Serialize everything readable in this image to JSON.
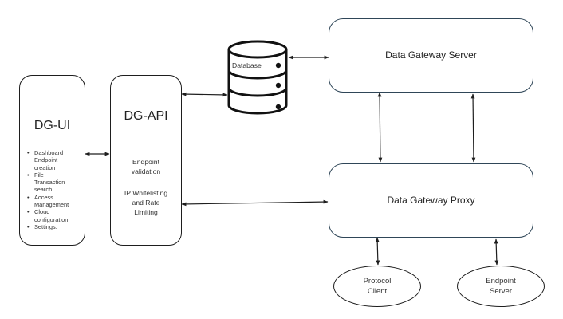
{
  "diagram": {
    "nodes": {
      "dg_ui": {
        "title": "DG-UI",
        "features": [
          "Dashboard",
          "Endpoint creation",
          "File Transaction search",
          "Access Management",
          "Cloud configuration",
          "Settings."
        ],
        "bullet_lines": [
          [
            "Dashboard",
            "Endpoint",
            "creation"
          ],
          [
            "File",
            "Transaction",
            "search"
          ],
          [
            "Access",
            "Management"
          ],
          [
            "Cloud",
            "configuration"
          ],
          [
            "Settings."
          ]
        ]
      },
      "dg_api": {
        "title": "DG-API",
        "line1": "Endpoint",
        "line2": "validation",
        "line3": "IP Whitelisting",
        "line4": "and Rate",
        "line5": "Limiting"
      },
      "database": {
        "label": "Database"
      },
      "server": {
        "label": "Data Gateway Server"
      },
      "proxy": {
        "label": "Data Gateway Proxy"
      },
      "protocol_client": {
        "line1": "Protocol",
        "line2": "Client"
      },
      "endpoint_server": {
        "line1": "Endpoint",
        "line2": "Server"
      }
    },
    "edges": [
      {
        "from": "DG-UI",
        "to": "DG-API",
        "direction": "bidirectional"
      },
      {
        "from": "DG-API",
        "to": "Database",
        "direction": "bidirectional"
      },
      {
        "from": "DG-API",
        "to": "Data Gateway Proxy",
        "direction": "bidirectional"
      },
      {
        "from": "Database",
        "to": "Data Gateway Server",
        "direction": "bidirectional"
      },
      {
        "from": "Data Gateway Server",
        "to": "Data Gateway Proxy",
        "direction": "bidirectional",
        "count": 2
      },
      {
        "from": "Data Gateway Proxy",
        "to": "Protocol Client",
        "direction": "bidirectional"
      },
      {
        "from": "Data Gateway Proxy",
        "to": "Endpoint Server",
        "direction": "bidirectional"
      }
    ],
    "colors": {
      "stroke": "#1e1e1e",
      "gateway_border": "#2f4658",
      "text": "#2b2b2b"
    }
  }
}
